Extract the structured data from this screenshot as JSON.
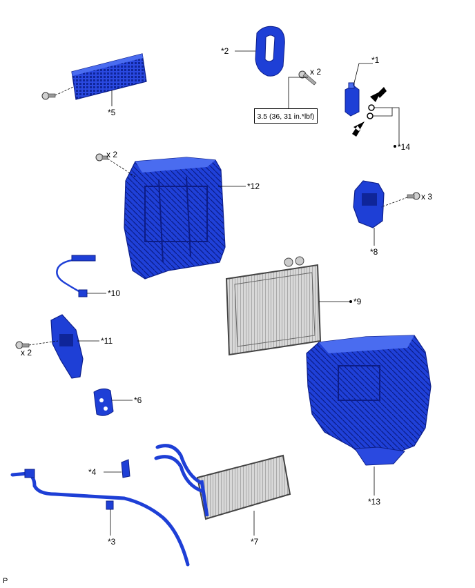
{
  "parts": [
    {
      "id": "p1",
      "label": "*1"
    },
    {
      "id": "p2",
      "label": "*2"
    },
    {
      "id": "p3",
      "label": "*3"
    },
    {
      "id": "p4",
      "label": "*4"
    },
    {
      "id": "p5",
      "label": "*5"
    },
    {
      "id": "p6",
      "label": "*6"
    },
    {
      "id": "p7",
      "label": "*7"
    },
    {
      "id": "p8",
      "label": "*8"
    },
    {
      "id": "p9",
      "label": "*9"
    },
    {
      "id": "p10",
      "label": "*10"
    },
    {
      "id": "p11",
      "label": "*11"
    },
    {
      "id": "p12",
      "label": "*12"
    },
    {
      "id": "p13",
      "label": "*13"
    },
    {
      "id": "p14",
      "label": "*14"
    }
  ],
  "quantities": {
    "screw_top": "x 2",
    "screw_case": "x 2",
    "screw_servo": "x 3",
    "screw_left": "x 2"
  },
  "torque_spec": "3.5 (36, 31 in.*lbf)",
  "footer_code": "P",
  "colors": {
    "part_blue": "#1e3fd6",
    "part_dark": "#0d1f8a",
    "part_light": "#4a6cf0",
    "core_gray": "#b5b5b5",
    "line": "#000000"
  }
}
